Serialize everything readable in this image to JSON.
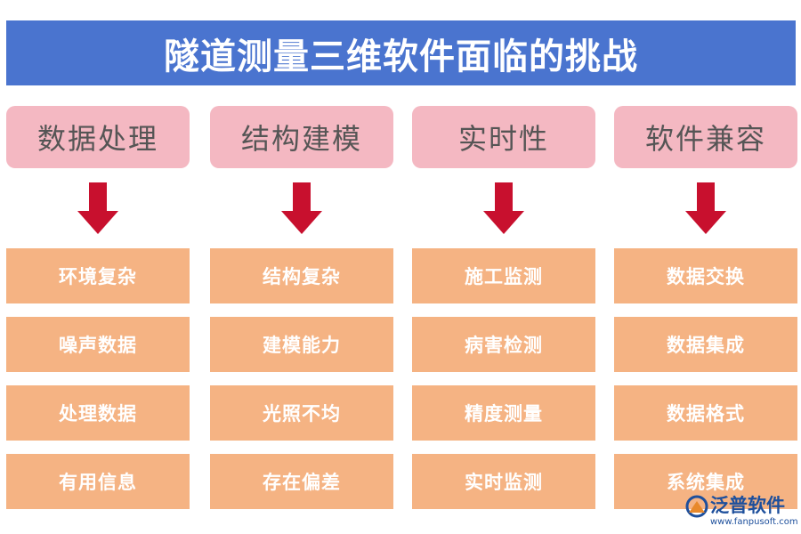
{
  "title": "隧道测量三维软件面临的挑战",
  "colors": {
    "title_bg": "#4a74cf",
    "header_bg": "#f4b8c2",
    "arrow": "#c8102e",
    "item_bg": "#f5b383",
    "brand": "#1d4f9c"
  },
  "columns": [
    {
      "header": "数据处理",
      "items": [
        "环境复杂",
        "噪声数据",
        "处理数据",
        "有用信息"
      ]
    },
    {
      "header": "结构建模",
      "items": [
        "结构复杂",
        "建模能力",
        "光照不均",
        "存在偏差"
      ]
    },
    {
      "header": "实时性",
      "items": [
        "施工监测",
        "病害检测",
        "精度测量",
        "实时监测"
      ]
    },
    {
      "header": "软件兼容",
      "items": [
        "数据交换",
        "数据集成",
        "数据格式",
        "系统集成"
      ]
    }
  ],
  "watermark": {
    "name": "泛普软件",
    "url": "www.fanpusoft.com",
    "icon": "fanpu-logo-icon"
  }
}
